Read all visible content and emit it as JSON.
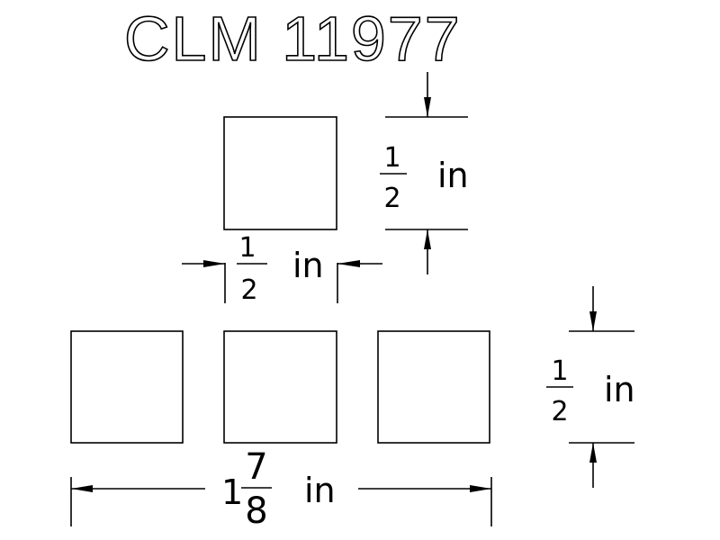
{
  "title": "CLM 11977",
  "dimensions": {
    "square_height": {
      "whole": "",
      "numerator": "1",
      "denominator": "2",
      "unit": "in"
    },
    "gap_width": {
      "whole": "",
      "numerator": "1",
      "denominator": "2",
      "unit": "in"
    },
    "row_height": {
      "whole": "",
      "numerator": "1",
      "denominator": "2",
      "unit": "in"
    },
    "total_width": {
      "whole": "1",
      "numerator": "7",
      "denominator": "8",
      "unit": "in"
    }
  }
}
